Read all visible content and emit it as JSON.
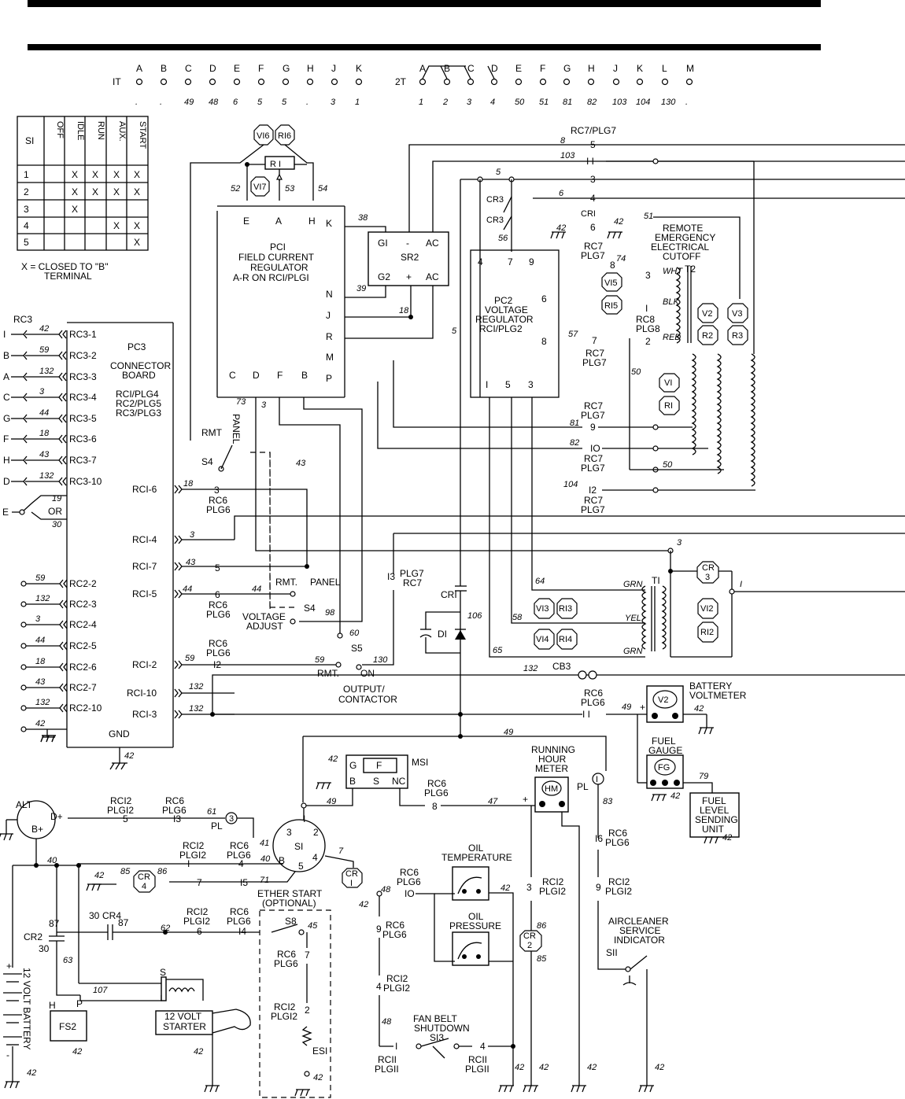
{
  "terminal_1T": {
    "label": "IT",
    "letters": [
      "A",
      "B",
      "C",
      "D",
      "E",
      "F",
      "G",
      "H",
      "J",
      "K"
    ],
    "wires": [
      ".",
      ".",
      "49",
      "48",
      "6",
      "5",
      "5",
      ".",
      "3",
      "1"
    ]
  },
  "terminal_2T": {
    "label": "2T",
    "letters": [
      "A",
      "B",
      "C",
      "D",
      "E",
      "F",
      "G",
      "H",
      "J",
      "K",
      "L",
      "M"
    ],
    "wires": [
      "1",
      "2",
      "3",
      "4",
      "50",
      "51",
      "81",
      "82",
      "103",
      "104",
      "130",
      "."
    ]
  },
  "switch_table": {
    "header": [
      "SI",
      "OFF",
      "IDLE",
      "RUN",
      "AUX.",
      "START"
    ],
    "rows": [
      [
        "1",
        "",
        "X",
        "X",
        "X",
        "X"
      ],
      [
        "2",
        "",
        "X",
        "X",
        "X",
        "X"
      ],
      [
        "3",
        "",
        "X",
        "",
        "",
        ""
      ],
      [
        "4",
        "",
        "",
        "",
        "X",
        "X"
      ],
      [
        "5",
        "",
        "",
        "",
        "",
        "X"
      ]
    ],
    "note1": "X = CLOSED TO \"B\"",
    "note2": "TERMINAL"
  },
  "pc1": {
    "l1": "PCI",
    "l2": "FIELD CURRENT",
    "l3": "REGULATOR",
    "l4": "A-R ON RCI/PLGI"
  },
  "sr2": {
    "name": "SR2",
    "g1": "GI",
    "minus": "-",
    "ac": "AC",
    "g2": "G2",
    "plus": "+"
  },
  "pc2": {
    "l1": "PC2",
    "l2": "VOLTAGE",
    "l3": "REGULATOR",
    "l4": "RCI/PLG2"
  },
  "pc3": {
    "l1": "PC3",
    "l2": "CONNECTOR",
    "l3": "BOARD",
    "l4": "RCI/PLG4",
    "l5": "RC2/PLG5",
    "l6": "RC3/PLG3"
  },
  "rc3": {
    "title": "RC3",
    "rows": [
      {
        "l": "I",
        "w": "42",
        "p": "RC3-1"
      },
      {
        "l": "B",
        "w": "59",
        "p": "RC3-2"
      },
      {
        "l": "A",
        "w": "132",
        "p": "RC3-3"
      },
      {
        "l": "C",
        "w": "3",
        "p": "RC3-4"
      },
      {
        "l": "G",
        "w": "44",
        "p": "RC3-5"
      },
      {
        "l": "F",
        "w": "18",
        "p": "RC3-6"
      },
      {
        "l": "H",
        "w": "43",
        "p": "RC3-7"
      },
      {
        "l": "D",
        "w": "132",
        "p": "RC3-10"
      }
    ],
    "e_label": "E",
    "e_w1": "19",
    "e_or": "OR",
    "e_w2": "30"
  },
  "rc2": {
    "rows": [
      {
        "w": "59",
        "p": "RC2-2"
      },
      {
        "w": "132",
        "p": "RC2-3"
      },
      {
        "w": "3",
        "p": "RC2-4"
      },
      {
        "w": "44",
        "p": "RC2-5"
      },
      {
        "w": "18",
        "p": "RC2-6"
      },
      {
        "w": "43",
        "p": "RC2-7"
      },
      {
        "w": "132",
        "p": "RC2-10"
      },
      {
        "w": "42",
        "p": ""
      }
    ],
    "gnd": "GND",
    "gnd_w": "42"
  },
  "rc1": [
    "RCI-6",
    "RCI-4",
    "RCI-7",
    "RCI-5",
    "RCI-2",
    "RCI-10",
    "RCI-3"
  ],
  "labels": {
    "remote_cutoff": [
      "REMOTE",
      "EMERGENCY",
      "ELECTRICAL",
      "CUTOFF"
    ],
    "voltage_adjust": [
      "VOLTAGE",
      "ADJUST"
    ],
    "output_contactor": [
      "OUTPUT/",
      "CONTACTOR"
    ],
    "battery_voltmeter": [
      "BATTERY",
      "VOLTMETER"
    ],
    "fuel_gauge": [
      "FUEL",
      "GAUGE"
    ],
    "fuel_sender": [
      "FUEL",
      "LEVEL",
      "SENDING",
      "UNIT"
    ],
    "running_hour_meter": [
      "RUNNING",
      "HOUR",
      "METER"
    ],
    "oil_temp": [
      "OIL",
      "TEMPERATURE"
    ],
    "oil_pressure": [
      "OIL",
      "PRESSURE"
    ],
    "ether_start": [
      "ETHER START",
      "(OPTIONAL)"
    ],
    "fan_belt": [
      "FAN BELT",
      "SHUTDOWN"
    ],
    "aircleaner": [
      "AIRCLEANER",
      "SERVICE",
      "INDICATOR"
    ],
    "battery": "12 VOLT BATTERY",
    "starter": [
      "12 VOLT",
      "STARTER"
    ],
    "alt": "ALT",
    "fs2": "FS2",
    "ms1": "MSI",
    "hm": "HM",
    "fg": "FG",
    "v2": "V2"
  }
}
